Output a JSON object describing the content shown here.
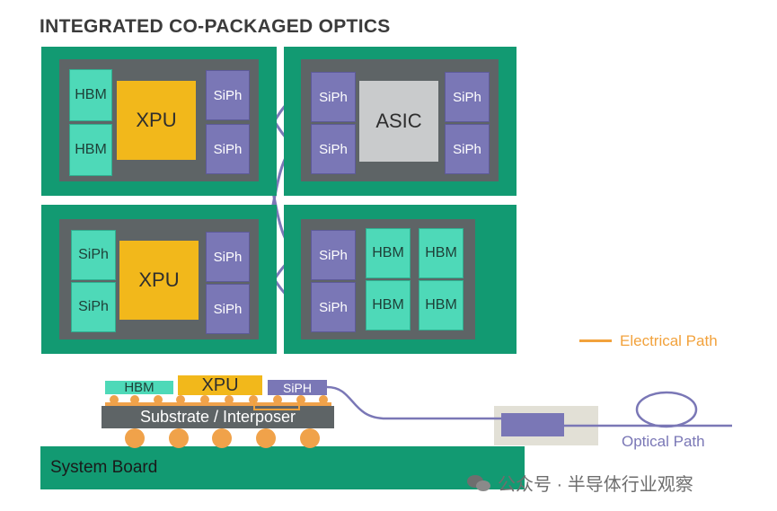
{
  "title": "INTEGRATED CO-PACKAGED OPTICS",
  "packages": {
    "top_left": {
      "hbm": [
        "HBM",
        "HBM"
      ],
      "center": "XPU",
      "siph": [
        "SiPh",
        "SiPh"
      ]
    },
    "top_right": {
      "siph_left": [
        "SiPh",
        "SiPh"
      ],
      "center": "ASIC",
      "siph_right": [
        "SiPh",
        "SiPh"
      ]
    },
    "bottom_left": {
      "siph_left": [
        "SiPh",
        "SiPh"
      ],
      "center": "XPU",
      "siph_right": [
        "SiPh",
        "SiPh"
      ]
    },
    "bottom_right": {
      "siph": [
        "SiPh",
        "SiPh"
      ],
      "hbm": [
        "HBM",
        "HBM",
        "HBM",
        "HBM"
      ]
    }
  },
  "cross_section": {
    "hbm": "HBM",
    "xpu": "XPU",
    "siph": "SiPH",
    "substrate": "Substrate / Interposer",
    "system_board": "System Board"
  },
  "legend": {
    "electrical": "Electrical Path",
    "optical": "Optical Path"
  },
  "watermark": "公众号 · 半导体行业观察",
  "colors": {
    "board_green": "#129a72",
    "package_gray": "#5e6466",
    "hbm_teal": "#4ed9b8",
    "siph_purple": "#7a77b6",
    "xpu_yellow": "#f2b81b",
    "asic_gray": "#c9cbcc",
    "electrical_orange": "#f2a23c",
    "optical_purple": "#7a77b6"
  }
}
